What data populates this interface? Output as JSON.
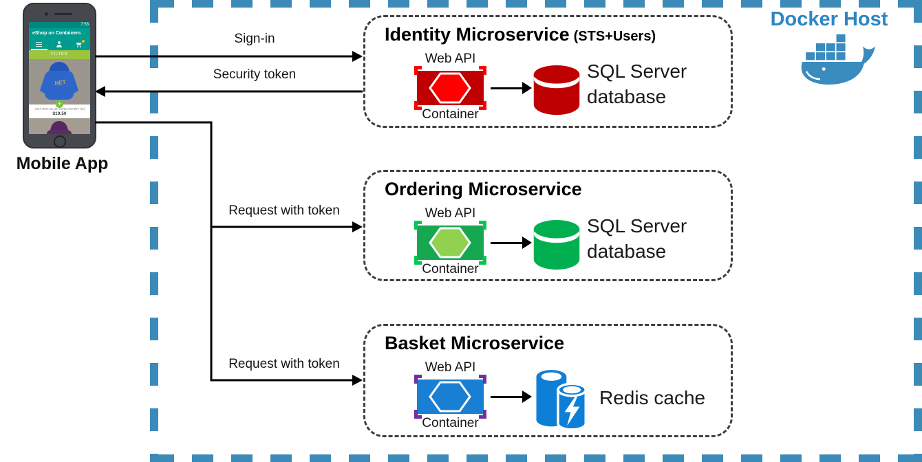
{
  "docker_host": {
    "label": "Docker Host",
    "border_color": "#3B8AB8",
    "text_color": "#2D86C3",
    "whale_icon": "docker-whale-icon"
  },
  "mobile_app": {
    "label": "Mobile App",
    "screen": {
      "status_time": "7:53",
      "app_title": "eShop on Containers",
      "filter_label": "FILTER",
      "product_logo": ".NET",
      "add_button": "+",
      "product_name": ".NET BOT BLUE SWEATSHIRT (M)",
      "product_price": "$19.50"
    }
  },
  "connectors": {
    "sign_in": "Sign-in",
    "security_token": "Security token",
    "request_with_token_1": "Request with token",
    "request_with_token_2": "Request with token",
    "line_color": "#000000"
  },
  "services": [
    {
      "title": "Identity Microservice",
      "title_suffix": "(STS+Users)",
      "web_api_label": "Web API",
      "container_label": "Container",
      "store_icon": "sql-database-icon",
      "store_line1": "SQL Server",
      "store_line2": "database",
      "colors": {
        "container": "#C00000",
        "hexagon": "#FF0000",
        "brackets": "#FF0000",
        "database": "#BE0000"
      }
    },
    {
      "title": "Ordering Microservice",
      "title_suffix": "",
      "web_api_label": "Web API",
      "container_label": "Container",
      "store_icon": "sql-database-icon",
      "store_line1": "SQL Server",
      "store_line2": "database",
      "colors": {
        "container": "#17A750",
        "hexagon": "#92D050",
        "brackets": "#00C853",
        "database": "#00B050"
      }
    },
    {
      "title": "Basket Microservice",
      "title_suffix": "",
      "web_api_label": "Web API",
      "container_label": "Container",
      "store_icon": "redis-cache-icon",
      "store_line1": "Redis cache",
      "store_line2": "",
      "colors": {
        "container": "#187FD2",
        "hexagon": "#187FD2",
        "brackets": "#7030A0",
        "database": "#0E7FD6"
      }
    }
  ],
  "box_border_color": "#3E3E3E"
}
